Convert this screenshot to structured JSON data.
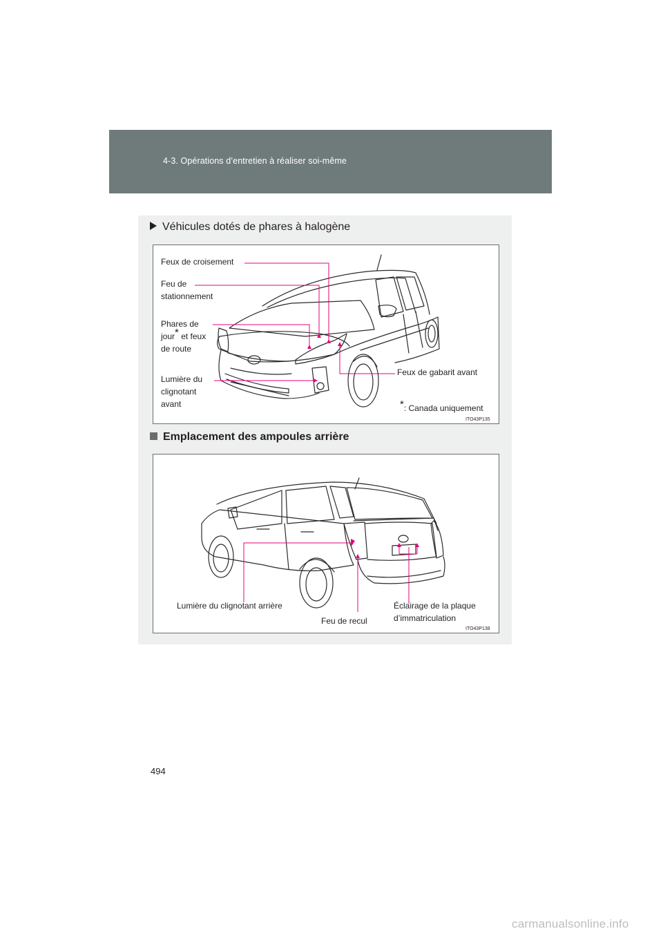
{
  "header": {
    "section_title": "4-3. Opérations d’entretien à réaliser soi-même"
  },
  "section1": {
    "title": "Véhicules dotés de phares à halogène",
    "labels": {
      "low_beam": "Feux de croisement",
      "parking_1": "Feu de",
      "parking_2": "stationnement",
      "drl_1": "Phares de",
      "drl_2a": "jour",
      "drl_star": "*",
      "drl_2b": " et feux",
      "drl_3": "de route",
      "turn_1": "Lumière du",
      "turn_2": "clignotant",
      "turn_3": "avant",
      "side_marker": "Feux de gabarit avant",
      "note_star": "*",
      "note_text": ": Canada uniquement"
    },
    "image_code": "ITO43P135"
  },
  "section2": {
    "title": "Emplacement des ampoules arrière",
    "labels": {
      "rear_turn": "Lumière du clignotant arrière",
      "backup": "Feu de recul",
      "plate_1": "Éclairage de la plaque",
      "plate_2": "d’immatriculation"
    },
    "image_code": "ITO43P138"
  },
  "page_number": "494",
  "watermark": "carmanualsonline.info",
  "colors": {
    "header_bg": "#6f7b7a",
    "panel_bg": "#eeefef",
    "leader_line": "#e4007f"
  }
}
